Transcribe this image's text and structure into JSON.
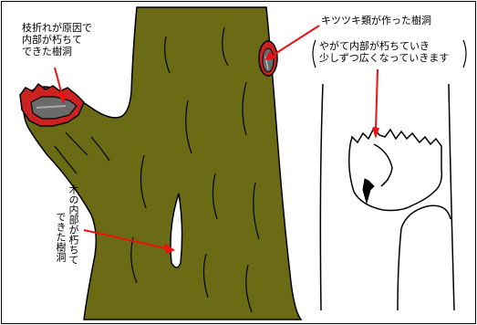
{
  "labels": {
    "branch": {
      "line1": "枝折れが原因で",
      "line2": "内部が朽ちて",
      "line3": "できた樹洞"
    },
    "woodpecker": "キツツキ類が作った樹洞",
    "note": {
      "line1": "やがて内部が朽ちていき",
      "line2": "少しずつ広くなっていきます"
    },
    "inner_rot": {
      "col1": "木の内部が朽ちて",
      "col2": "できた樹洞"
    }
  },
  "colors": {
    "trunk": "#6b6b16",
    "arrow": "#ee1111",
    "outline": "#000000",
    "cavity_dark": "#6a6a6a",
    "cavity_red": "#cc2222"
  }
}
